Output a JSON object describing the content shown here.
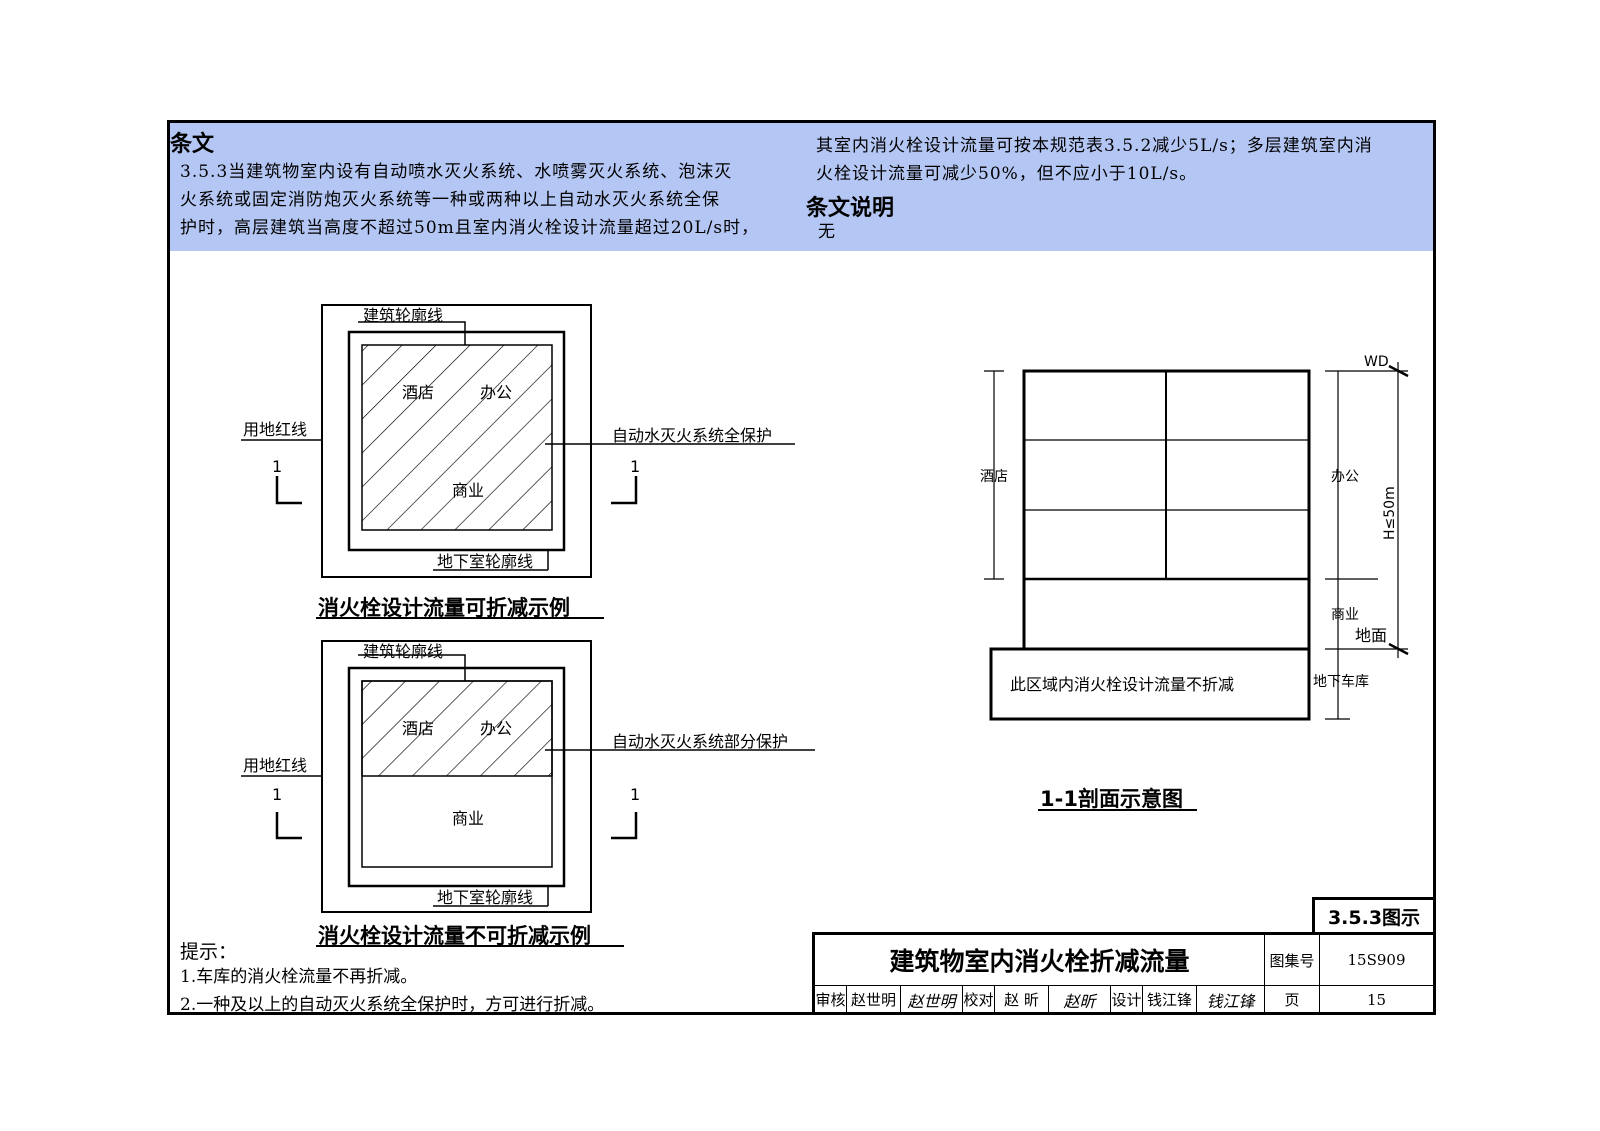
{
  "clause": {
    "heading": "条文",
    "text_lines": [
      "3.5.3当建筑物室内设有自动喷水灭火系统、水喷雾灭火系统、泡沫灭",
      "火系统或固定消防炮灭火系统等一种或两种以上自动水灭火系统全保",
      "护时，高层建筑当高度不超过50m且室内消火栓设计流量超过20L/s时，"
    ],
    "text_lines_right": [
      "其室内消火栓设计流量可按本规范表3.5.2减少5L/s；多层建筑室内消",
      "火栓设计流量可减少50%，但不应小于10L/s。"
    ]
  },
  "explanation": {
    "heading": "条文说明",
    "text": "无"
  },
  "plan_reducible": {
    "caption": "消火栓设计流量可折减示例",
    "building_outline": "建筑轮廓线",
    "site_redline": "用地红线",
    "hotel": "酒店",
    "office": "办公",
    "commercial": "商业",
    "basement_outline": "地下室轮廓线",
    "protection_note": "自动水灭火系统全保护",
    "section_mark_left": "1",
    "section_mark_right": "1"
  },
  "plan_not_reducible": {
    "caption": "消火栓设计流量不可折减示例",
    "building_outline": "建筑轮廓线",
    "site_redline": "用地红线",
    "hotel": "酒店",
    "office": "办公",
    "commercial": "商业",
    "basement_outline": "地下室轮廓线",
    "protection_note": "自动水灭火系统部分保护",
    "section_mark_left": "1",
    "section_mark_right": "1"
  },
  "section": {
    "caption": "1-1剖面示意图",
    "hotel": "酒店",
    "office": "办公",
    "commercial": "商业",
    "ground": "地面",
    "garage": "地下车库",
    "height_label": "H≤50m",
    "wd_label": "WD",
    "zone_note": "此区域内消火栓设计流量不折减"
  },
  "tips": {
    "heading": "提示：",
    "items": [
      "1.车库的消火栓流量不再折减。",
      "2.一种及以上的自动灭火系统全保护时，方可进行折减。"
    ]
  },
  "title_block": {
    "figure_label": "3.5.3图示",
    "title": "建筑物室内消火栓折减流量",
    "atlas_label": "图集号",
    "atlas_no": "15S909",
    "review_label": "审核",
    "reviewer": "赵世明",
    "reviewer_sign": "赵世明",
    "check_label": "校对",
    "checker": "赵 昕",
    "checker_sign": "赵昕",
    "design_label": "设计",
    "designer": "钱江锋",
    "designer_sign": "钱江锋",
    "page_label": "页",
    "page_no": "15"
  }
}
